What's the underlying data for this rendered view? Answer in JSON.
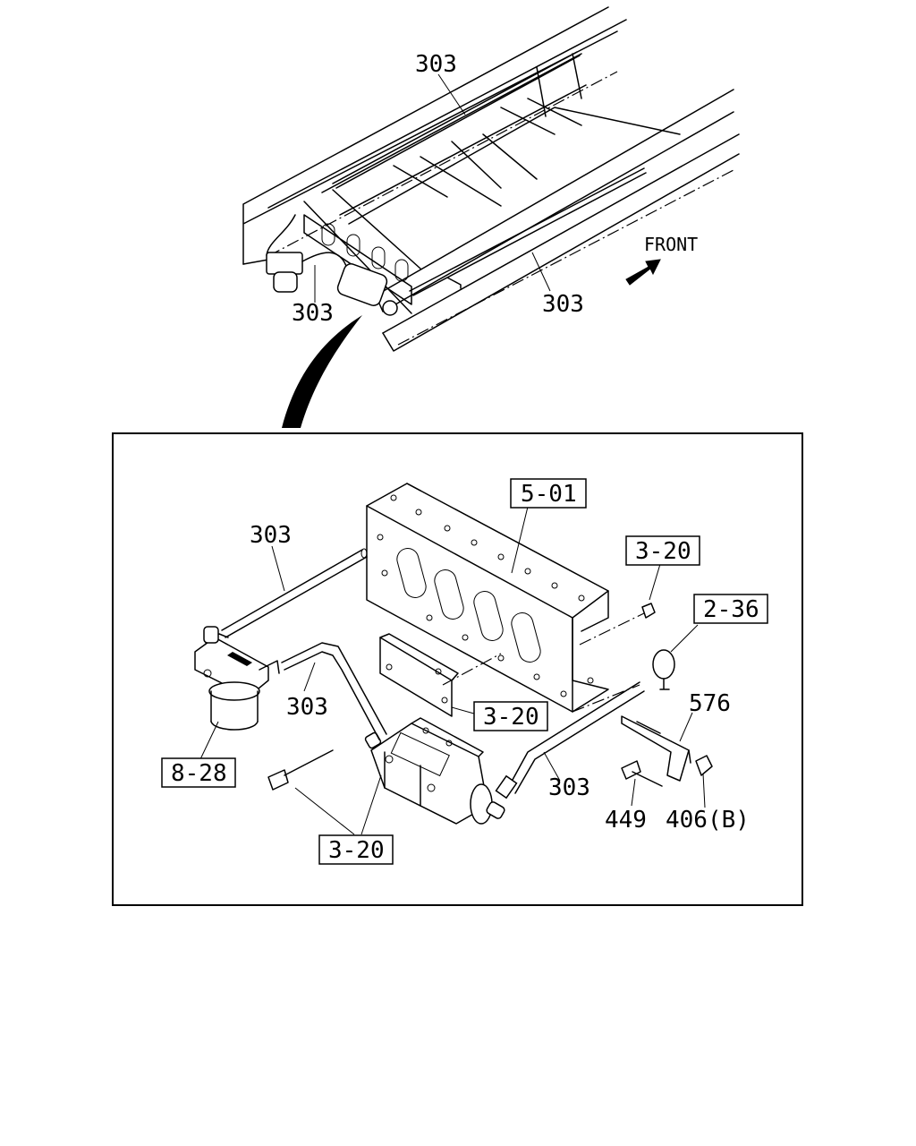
{
  "overview": {
    "front_label": "FRONT",
    "callouts": {
      "top": "303",
      "left": "303",
      "right": "303"
    }
  },
  "detail": {
    "callouts": {
      "crossmember": "5-01",
      "grommet_bracket": "3-20",
      "clip": "2-36",
      "bracket": "576",
      "pipe_upper": "303",
      "pipe_mid": "303",
      "pipe_right": "303",
      "filter_ref": "8-28",
      "bracket_ref": "3-20",
      "bolts_ref": "3-20",
      "bolt": "449",
      "nut": "406(B)"
    }
  }
}
